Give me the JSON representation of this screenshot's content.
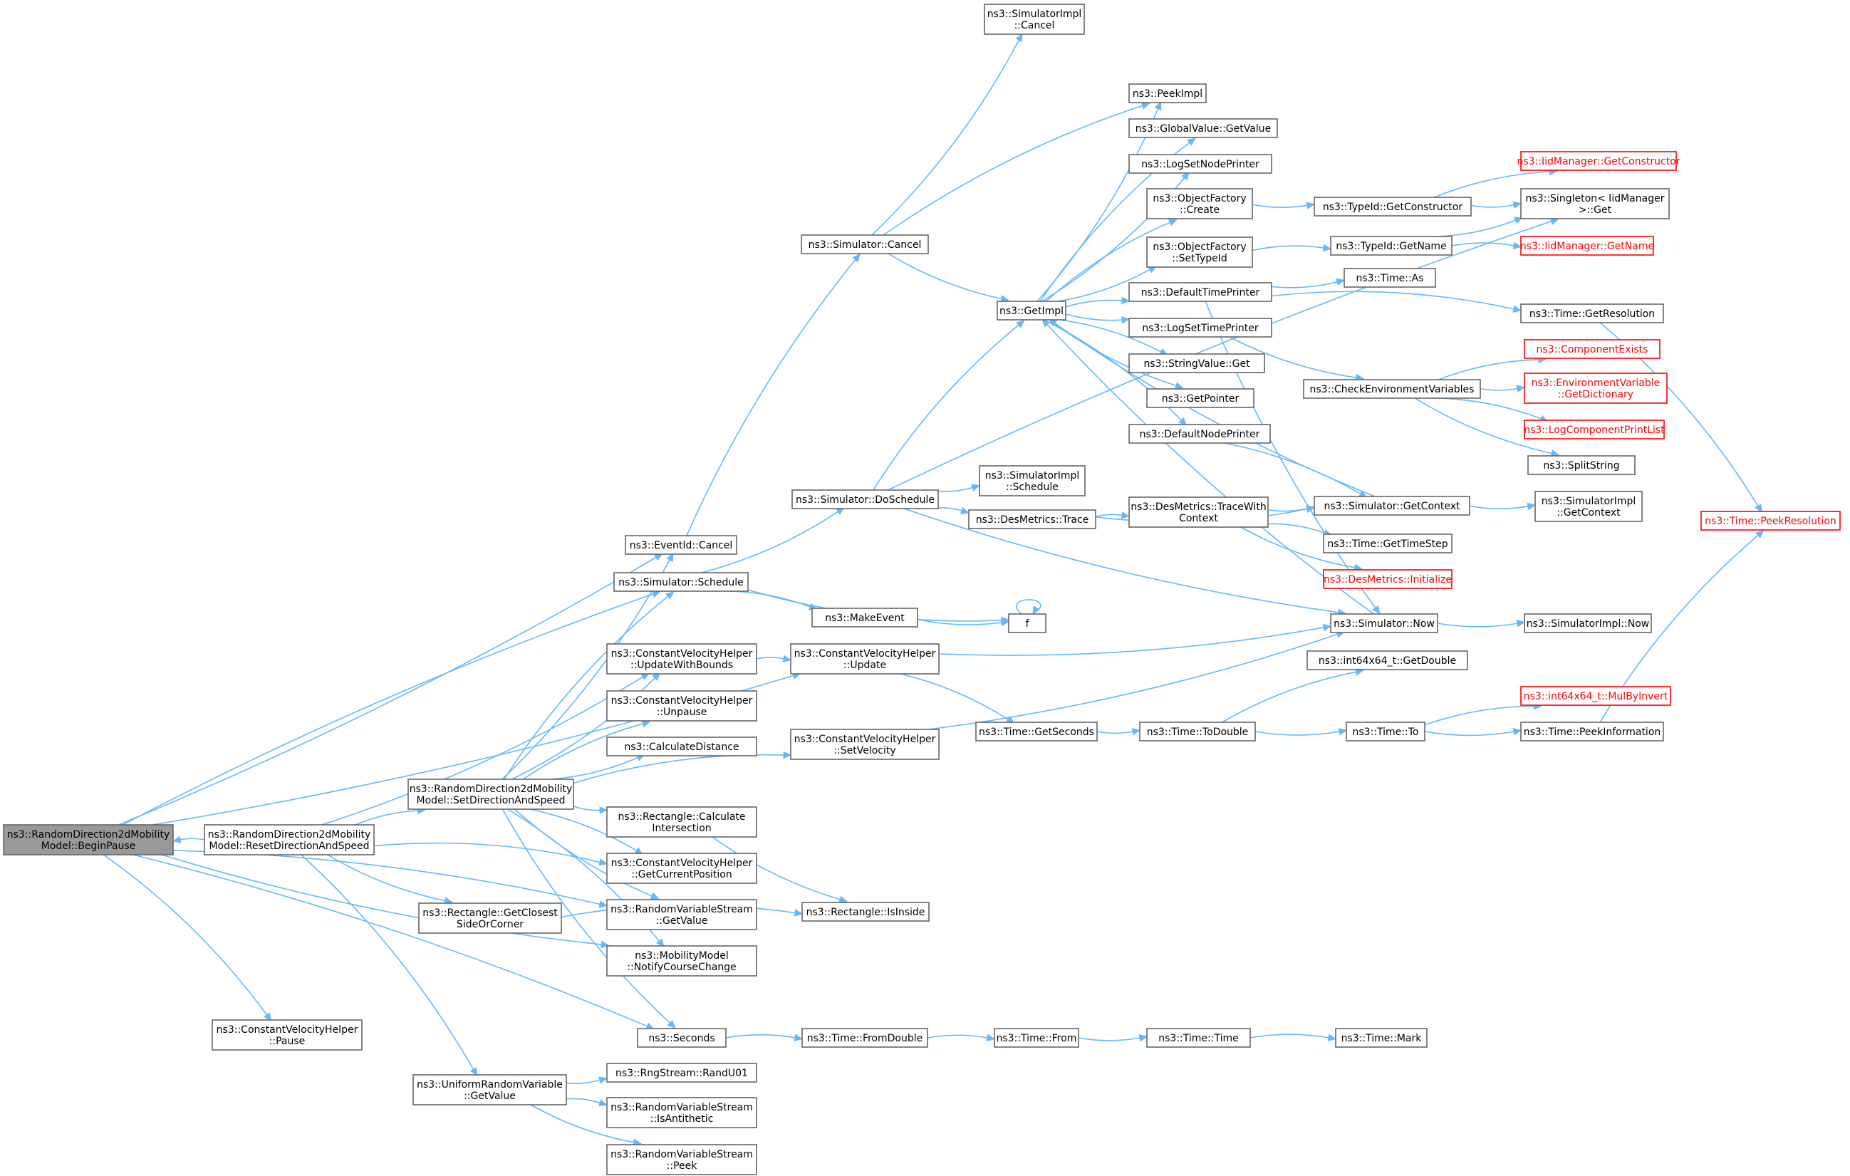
{
  "diagram": {
    "kind": "call-graph",
    "colors": {
      "edge": "#63b8ff",
      "node_border": "#666666",
      "highlight_border": "#ff0000",
      "root_fill": "#999999",
      "background": "#ffffff"
    },
    "nodes": [
      {
        "id": "begin",
        "lines": [
          "ns3::RandomDirection2dMobility",
          "Model::BeginPause"
        ],
        "style": "root"
      },
      {
        "id": "cvpause",
        "lines": [
          "ns3::ConstantVelocityHelper",
          "::Pause"
        ]
      },
      {
        "id": "reset",
        "lines": [
          "ns3::RandomDirection2dMobility",
          "Model::ResetDirectionAndSpeed"
        ]
      },
      {
        "id": "setdir",
        "lines": [
          "ns3::RandomDirection2dMobility",
          "Model::SetDirectionAndSpeed"
        ]
      },
      {
        "id": "closest",
        "lines": [
          "ns3::Rectangle::GetClosest",
          "SideOrCorner"
        ]
      },
      {
        "id": "urvget",
        "lines": [
          "ns3::UniformRandomVariable",
          "::GetValue"
        ]
      },
      {
        "id": "eventcancel",
        "lines": [
          "ns3::EventId::Cancel"
        ]
      },
      {
        "id": "schedule",
        "lines": [
          "ns3::Simulator::Schedule"
        ]
      },
      {
        "id": "updatebounds",
        "lines": [
          "ns3::ConstantVelocityHelper",
          "::UpdateWithBounds"
        ]
      },
      {
        "id": "unpause",
        "lines": [
          "ns3::ConstantVelocityHelper",
          "::Unpause"
        ]
      },
      {
        "id": "calcdist",
        "lines": [
          "ns3::CalculateDistance"
        ]
      },
      {
        "id": "calcinter",
        "lines": [
          "ns3::Rectangle::Calculate",
          "Intersection"
        ]
      },
      {
        "id": "getpos",
        "lines": [
          "ns3::ConstantVelocityHelper",
          "::GetCurrentPosition"
        ]
      },
      {
        "id": "rvsget",
        "lines": [
          "ns3::RandomVariableStream",
          "::GetValue"
        ]
      },
      {
        "id": "notify",
        "lines": [
          "ns3::MobilityModel",
          "::NotifyCourseChange"
        ]
      },
      {
        "id": "seconds",
        "lines": [
          "ns3::Seconds"
        ]
      },
      {
        "id": "randu01",
        "lines": [
          "ns3::RngStream::RandU01"
        ]
      },
      {
        "id": "isanti",
        "lines": [
          "ns3::RandomVariableStream",
          "::IsAntithetic"
        ]
      },
      {
        "id": "peek",
        "lines": [
          "ns3::RandomVariableStream",
          "::Peek"
        ]
      },
      {
        "id": "simcancel",
        "lines": [
          "ns3::Simulator::Cancel"
        ]
      },
      {
        "id": "doschedule",
        "lines": [
          "ns3::Simulator::DoSchedule"
        ]
      },
      {
        "id": "makeevent",
        "lines": [
          "ns3::MakeEvent"
        ]
      },
      {
        "id": "cvupdate",
        "lines": [
          "ns3::ConstantVelocityHelper",
          "::Update"
        ]
      },
      {
        "id": "setvel",
        "lines": [
          "ns3::ConstantVelocityHelper",
          "::SetVelocity"
        ]
      },
      {
        "id": "isinside",
        "lines": [
          "ns3::Rectangle::IsInside"
        ]
      },
      {
        "id": "fromdouble",
        "lines": [
          "ns3::Time::FromDouble"
        ]
      },
      {
        "id": "simimplcancel",
        "lines": [
          "ns3::SimulatorImpl",
          "::Cancel"
        ]
      },
      {
        "id": "getimpl",
        "lines": [
          "ns3::GetImpl"
        ]
      },
      {
        "id": "simimplsched",
        "lines": [
          "ns3::SimulatorImpl",
          "::Schedule"
        ]
      },
      {
        "id": "desmtrace",
        "lines": [
          "ns3::DesMetrics::Trace"
        ]
      },
      {
        "id": "f",
        "lines": [
          "f"
        ]
      },
      {
        "id": "getseconds",
        "lines": [
          "ns3::Time::GetSeconds"
        ]
      },
      {
        "id": "from",
        "lines": [
          "ns3::Time::From"
        ]
      },
      {
        "id": "peekimpl",
        "lines": [
          "ns3::PeekImpl"
        ]
      },
      {
        "id": "gvget",
        "lines": [
          "ns3::GlobalValue::GetValue"
        ]
      },
      {
        "id": "lognode",
        "lines": [
          "ns3::LogSetNodePrinter"
        ]
      },
      {
        "id": "ofcreate",
        "lines": [
          "ns3::ObjectFactory",
          "::Create"
        ]
      },
      {
        "id": "ofsettype",
        "lines": [
          "ns3::ObjectFactory",
          "::SetTypeId"
        ]
      },
      {
        "id": "deftime",
        "lines": [
          "ns3::DefaultTimePrinter"
        ]
      },
      {
        "id": "logtime",
        "lines": [
          "ns3::LogSetTimePrinter"
        ]
      },
      {
        "id": "strget",
        "lines": [
          "ns3::StringValue::Get"
        ]
      },
      {
        "id": "getptr",
        "lines": [
          "ns3::GetPointer"
        ]
      },
      {
        "id": "defnode",
        "lines": [
          "ns3::DefaultNodePrinter"
        ]
      },
      {
        "id": "tracewith",
        "lines": [
          "ns3::DesMetrics::TraceWith",
          "Context"
        ]
      },
      {
        "id": "todouble",
        "lines": [
          "ns3::Time::ToDouble"
        ]
      },
      {
        "id": "timetime",
        "lines": [
          "ns3::Time::Time"
        ]
      },
      {
        "id": "typegetctor",
        "lines": [
          "ns3::TypeId::GetConstructor"
        ]
      },
      {
        "id": "typegetname",
        "lines": [
          "ns3::TypeId::GetName"
        ]
      },
      {
        "id": "timeas",
        "lines": [
          "ns3::Time::As"
        ]
      },
      {
        "id": "checkenv",
        "lines": [
          "ns3::CheckEnvironmentVariables"
        ]
      },
      {
        "id": "getctx",
        "lines": [
          "ns3::Simulator::GetContext"
        ]
      },
      {
        "id": "gettimestep",
        "lines": [
          "ns3::Time::GetTimeStep"
        ]
      },
      {
        "id": "desinit",
        "lines": [
          "ns3::DesMetrics::Initialize"
        ],
        "style": "red"
      },
      {
        "id": "simnow",
        "lines": [
          "ns3::Simulator::Now"
        ]
      },
      {
        "id": "getdouble",
        "lines": [
          "ns3::int64x64_t::GetDouble"
        ]
      },
      {
        "id": "timeto",
        "lines": [
          "ns3::Time::To"
        ]
      },
      {
        "id": "timemark",
        "lines": [
          "ns3::Time::Mark"
        ]
      },
      {
        "id": "iidgetctor",
        "lines": [
          "ns3::IidManager::GetConstructor"
        ],
        "style": "red"
      },
      {
        "id": "singleton",
        "lines": [
          "ns3::Singleton< IidManager",
          ">::Get"
        ]
      },
      {
        "id": "iidgetname",
        "lines": [
          "ns3::IidManager::GetName"
        ],
        "style": "red"
      },
      {
        "id": "getres",
        "lines": [
          "ns3::Time::GetResolution"
        ]
      },
      {
        "id": "compexists",
        "lines": [
          "ns3::ComponentExists"
        ],
        "style": "red"
      },
      {
        "id": "envdict",
        "lines": [
          "ns3::EnvironmentVariable",
          "::GetDictionary"
        ],
        "style": "red"
      },
      {
        "id": "logcomp",
        "lines": [
          "ns3::LogComponentPrintList"
        ],
        "style": "red"
      },
      {
        "id": "splitstr",
        "lines": [
          "ns3::SplitString"
        ]
      },
      {
        "id": "simimplctx",
        "lines": [
          "ns3::SimulatorImpl",
          "::GetContext"
        ]
      },
      {
        "id": "simimplnow",
        "lines": [
          "ns3::SimulatorImpl::Now"
        ]
      },
      {
        "id": "mulbyinv",
        "lines": [
          "ns3::int64x64_t::MulByInvert"
        ],
        "style": "red"
      },
      {
        "id": "peekinfo",
        "lines": [
          "ns3::Time::PeekInformation"
        ]
      },
      {
        "id": "peekres",
        "lines": [
          "ns3::Time::PeekResolution"
        ],
        "style": "red"
      }
    ],
    "edges": [
      [
        "begin",
        "cvpause"
      ],
      [
        "begin",
        "eventcancel"
      ],
      [
        "begin",
        "schedule"
      ],
      [
        "begin",
        "cvupdate"
      ],
      [
        "begin",
        "rvsget"
      ],
      [
        "begin",
        "notify"
      ],
      [
        "begin",
        "seconds"
      ],
      [
        "reset",
        "begin"
      ],
      [
        "reset",
        "setdir"
      ],
      [
        "reset",
        "updatebounds"
      ],
      [
        "reset",
        "getpos"
      ],
      [
        "reset",
        "closest"
      ],
      [
        "reset",
        "urvget"
      ],
      [
        "setdir",
        "eventcancel"
      ],
      [
        "setdir",
        "schedule"
      ],
      [
        "setdir",
        "updatebounds"
      ],
      [
        "setdir",
        "unpause"
      ],
      [
        "setdir",
        "calcdist"
      ],
      [
        "setdir",
        "setvel"
      ],
      [
        "setdir",
        "calcinter"
      ],
      [
        "setdir",
        "getpos"
      ],
      [
        "setdir",
        "rvsget"
      ],
      [
        "setdir",
        "notify"
      ],
      [
        "setdir",
        "seconds"
      ],
      [
        "closest",
        "isinside"
      ],
      [
        "urvget",
        "randu01"
      ],
      [
        "urvget",
        "isanti"
      ],
      [
        "urvget",
        "peek"
      ],
      [
        "eventcancel",
        "simcancel"
      ],
      [
        "schedule",
        "doschedule"
      ],
      [
        "schedule",
        "makeevent"
      ],
      [
        "schedule",
        "f"
      ],
      [
        "updatebounds",
        "cvupdate"
      ],
      [
        "calcinter",
        "isinside"
      ],
      [
        "seconds",
        "fromdouble"
      ],
      [
        "simcancel",
        "simimplcancel"
      ],
      [
        "simcancel",
        "peekimpl"
      ],
      [
        "simcancel",
        "getimpl"
      ],
      [
        "doschedule",
        "getimpl"
      ],
      [
        "doschedule",
        "simimplsched"
      ],
      [
        "doschedule",
        "desmtrace"
      ],
      [
        "doschedule",
        "simnow"
      ],
      [
        "doschedule",
        "singleton"
      ],
      [
        "makeevent",
        "f"
      ],
      [
        "f",
        "f"
      ],
      [
        "cvupdate",
        "simnow"
      ],
      [
        "cvupdate",
        "getseconds"
      ],
      [
        "setvel",
        "simnow"
      ],
      [
        "fromdouble",
        "from"
      ],
      [
        "from",
        "timetime"
      ],
      [
        "timetime",
        "timemark"
      ],
      [
        "getseconds",
        "todouble"
      ],
      [
        "todouble",
        "getdouble"
      ],
      [
        "todouble",
        "timeto"
      ],
      [
        "timeto",
        "mulbyinv"
      ],
      [
        "timeto",
        "peekinfo"
      ],
      [
        "peekinfo",
        "peekres"
      ],
      [
        "getimpl",
        "peekimpl"
      ],
      [
        "getimpl",
        "gvget"
      ],
      [
        "getimpl",
        "lognode"
      ],
      [
        "getimpl",
        "ofcreate"
      ],
      [
        "getimpl",
        "ofsettype"
      ],
      [
        "getimpl",
        "deftime"
      ],
      [
        "getimpl",
        "logtime"
      ],
      [
        "getimpl",
        "strget"
      ],
      [
        "getimpl",
        "getptr"
      ],
      [
        "getimpl",
        "defnode"
      ],
      [
        "ofcreate",
        "typegetctor"
      ],
      [
        "typegetctor",
        "iidgetctor"
      ],
      [
        "typegetctor",
        "singleton"
      ],
      [
        "ofsettype",
        "typegetname"
      ],
      [
        "typegetname",
        "singleton"
      ],
      [
        "typegetname",
        "iidgetname"
      ],
      [
        "deftime",
        "timeas"
      ],
      [
        "deftime",
        "getres"
      ],
      [
        "deftime",
        "simnow"
      ],
      [
        "getres",
        "peekres"
      ],
      [
        "logtime",
        "checkenv"
      ],
      [
        "checkenv",
        "compexists"
      ],
      [
        "checkenv",
        "envdict"
      ],
      [
        "checkenv",
        "logcomp"
      ],
      [
        "checkenv",
        "splitstr"
      ],
      [
        "defnode",
        "getctx"
      ],
      [
        "desmtrace",
        "getctx"
      ],
      [
        "desmtrace",
        "tracewith"
      ],
      [
        "tracewith",
        "getctx"
      ],
      [
        "tracewith",
        "gettimestep"
      ],
      [
        "tracewith",
        "desinit"
      ],
      [
        "getctx",
        "getimpl"
      ],
      [
        "getctx",
        "simimplctx"
      ],
      [
        "simnow",
        "getimpl"
      ],
      [
        "simnow",
        "simimplnow"
      ]
    ]
  }
}
